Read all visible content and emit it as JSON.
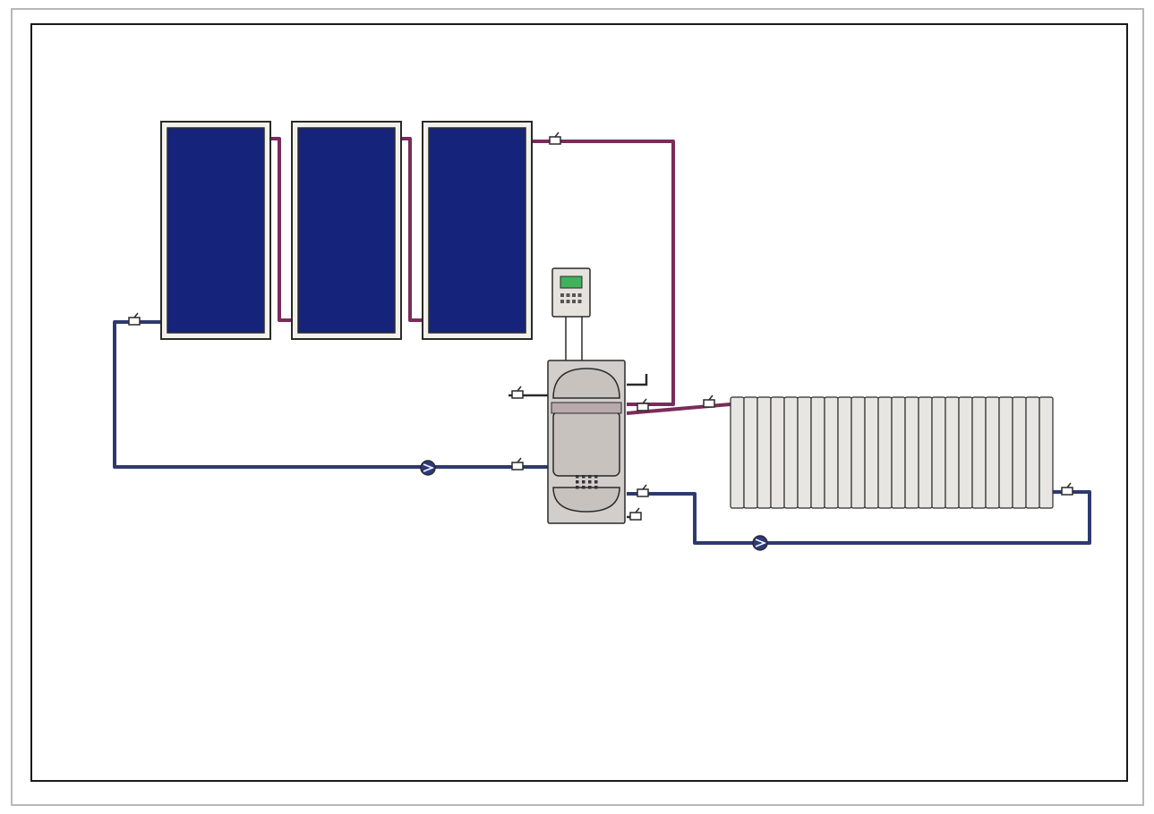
{
  "colors": {
    "background": "#ffffff",
    "outer_frame": "#b8b8b8",
    "inner_frame": "#1a1a1a",
    "panel_glass": "#16237a",
    "panel_frame": "#f3f1ec",
    "outline": "#2a2a2a",
    "hot_pipe": "#7a2c5a",
    "cold_pipe": "#2e3a6e",
    "tank_body": "#d2cecb",
    "tank_inner": "#c8c2bf",
    "radiator_fin": "#e8e6e2",
    "controller_body": "#e6e3df",
    "controller_screen": "#3fb25a",
    "pump": "#2e3a80"
  },
  "components": {
    "collector_count": 3,
    "radiator_fin_count": 24,
    "pump_count": 2
  },
  "icons": {
    "collector": "solar-collector-icon",
    "tank": "storage-tank-icon",
    "controller": "solar-controller-icon",
    "radiator": "radiator-icon",
    "pump": "circulation-pump-icon",
    "valve": "valve-icon"
  }
}
